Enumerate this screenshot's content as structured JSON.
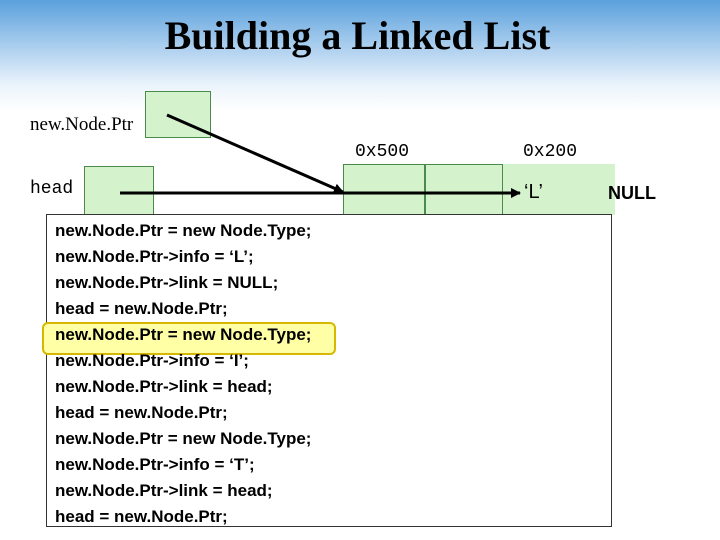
{
  "title": "Building a Linked List",
  "labels": {
    "new_node_ptr": "new.Node.Ptr",
    "head": "head"
  },
  "nodes": [
    {
      "address": "0x500",
      "info": ""
    },
    {
      "address": "0x200",
      "info": "‘L’",
      "link": "NULL"
    }
  ],
  "code": [
    "new.Node.Ptr = new Node.Type;",
    "new.Node.Ptr->info = ‘L’;",
    "new.Node.Ptr->link = NULL;",
    "head = new.Node.Ptr;",
    "new.Node.Ptr = new Node.Type;",
    "new.Node.Ptr->info = ‘I’;",
    "new.Node.Ptr->link = head;",
    "head = new.Node.Ptr;",
    "new.Node.Ptr = new Node.Type;",
    "new.Node.Ptr->info = ‘T’;",
    "new.Node.Ptr->link = head;",
    "head = new.Node.Ptr;"
  ],
  "highlighted_line": 5
}
